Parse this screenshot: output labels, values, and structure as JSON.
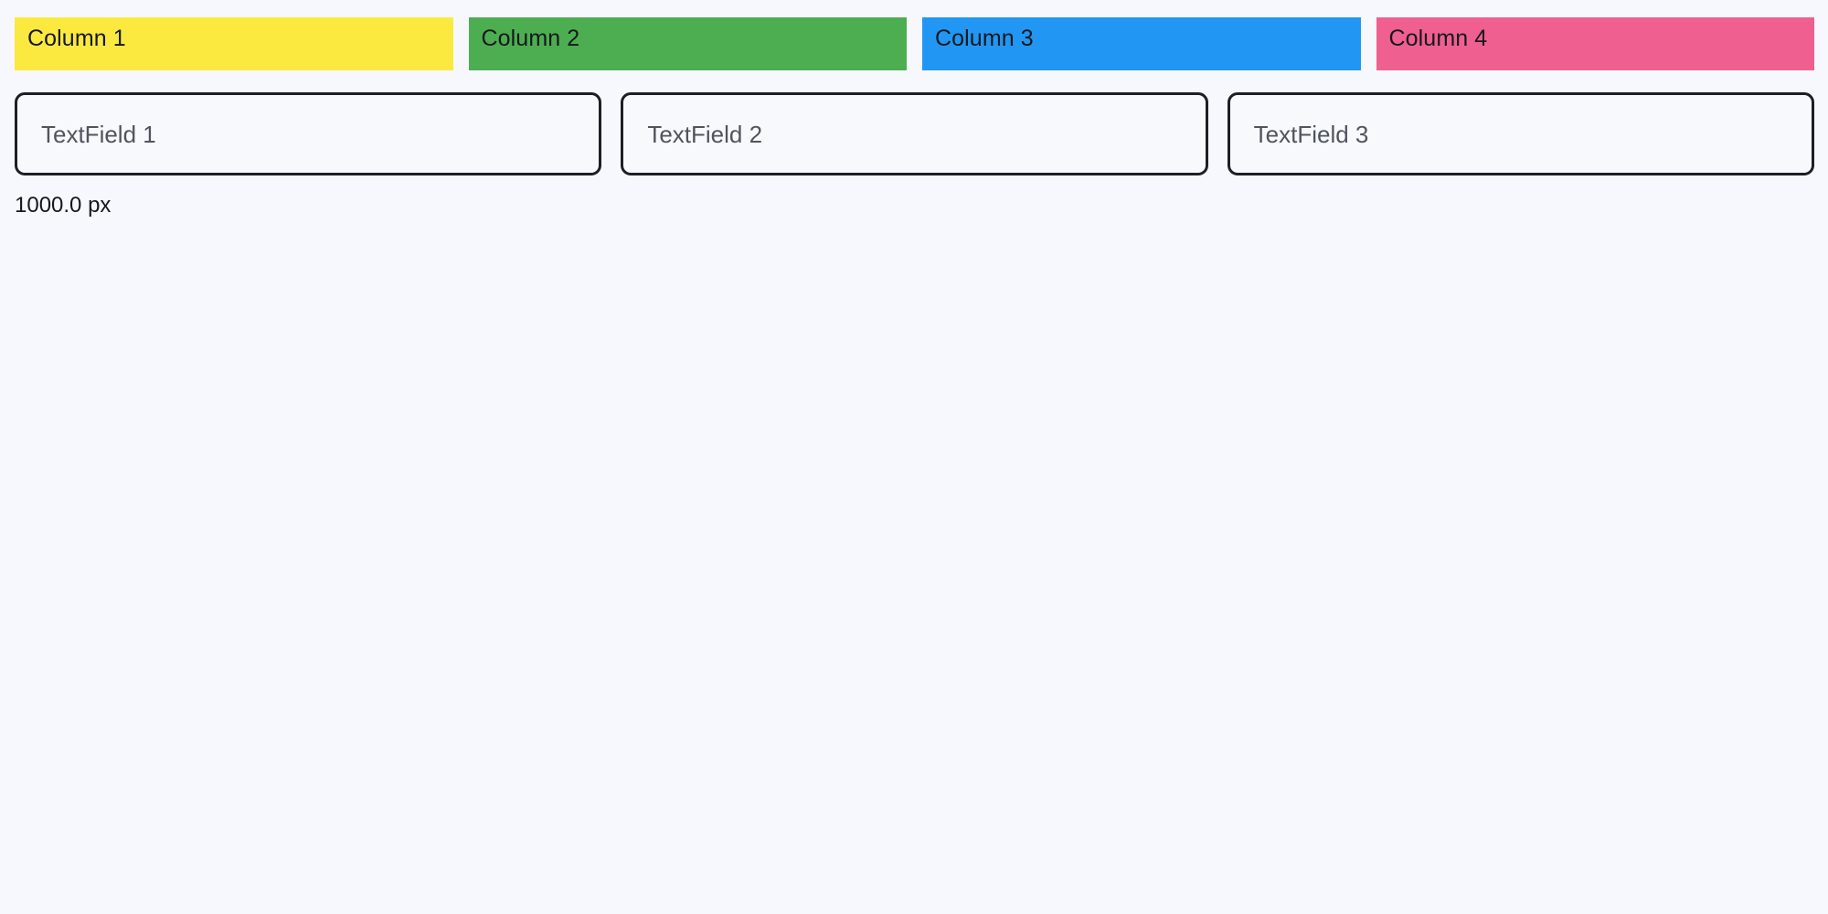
{
  "canvas": {
    "background_color": "#f7f8fd",
    "width_label": "1000.0 px"
  },
  "columns": {
    "items": [
      {
        "label": "Column 1",
        "color": "#fbe940",
        "text_color": "#16181d"
      },
      {
        "label": "Column 2",
        "color": "#4cae50",
        "text_color": "#16181d"
      },
      {
        "label": "Column 3",
        "color": "#2196f3",
        "text_color": "#16181d"
      },
      {
        "label": "Column 4",
        "color": "#ef5f90",
        "text_color": "#16181d"
      }
    ]
  },
  "fields": {
    "items": [
      {
        "placeholder": "TextField 1",
        "value": ""
      },
      {
        "placeholder": "TextField 2",
        "value": ""
      },
      {
        "placeholder": "TextField 3",
        "value": ""
      }
    ],
    "border_color": "#1c2026",
    "placeholder_color": "#4f555e"
  },
  "status": {
    "text": "1000.0 px"
  }
}
